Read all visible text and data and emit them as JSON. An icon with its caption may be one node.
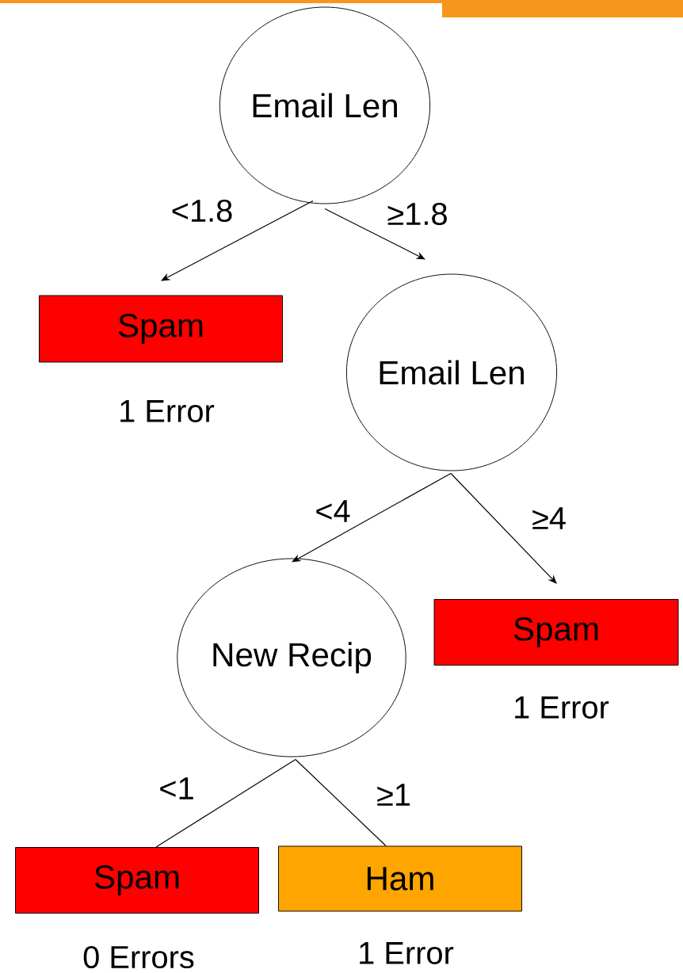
{
  "diagram": {
    "nodes": [
      {
        "text": [
          "Email Len"
        ]
      },
      {
        "text": [
          "Spam"
        ],
        "beside": [
          "1 Error"
        ]
      },
      {
        "text": [
          "Email Len"
        ]
      },
      {
        "text": [
          "New Recip"
        ]
      },
      {
        "text": [
          "Spam"
        ],
        "beside": [
          "1 Error"
        ]
      },
      {
        "text": [
          "Spam"
        ],
        "beside": [
          "0 Errors"
        ]
      },
      {
        "text": [
          "Ham"
        ],
        "beside": [
          "1 Error"
        ]
      }
    ],
    "edges": [
      {
        "from": 0,
        "to": 1,
        "arrow": "to",
        "label": "<1.8"
      },
      {
        "from": 0,
        "to": 2,
        "arrow": "to",
        "label": "≥1.8"
      },
      {
        "from": 2,
        "to": 3,
        "arrow": "to",
        "label": "<4"
      },
      {
        "from": 2,
        "to": 4,
        "arrow": "to",
        "label": "≥4"
      },
      {
        "from": 3,
        "to": 5,
        "arrow": "none",
        "label": "<1"
      },
      {
        "from": 3,
        "to": 6,
        "arrow": "none",
        "label": "≥1"
      }
    ]
  }
}
